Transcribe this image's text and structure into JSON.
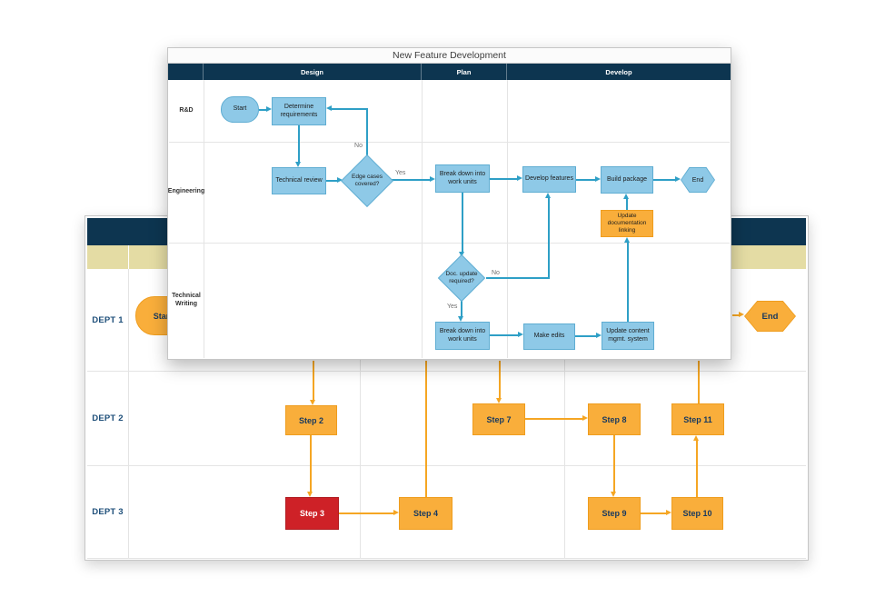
{
  "colors": {
    "navy_band": "#0d3550",
    "tan_band": "#e4dca4",
    "node_blue": "#8ec9e7",
    "node_blue_border": "#5fadd2",
    "connector_teal": "#2e9fc6",
    "node_orange": "#f9ae3b",
    "node_orange_border": "#ef9d1e",
    "connector_orange": "#f5a623",
    "node_red": "#ce2127",
    "step_text_navy": "#17395f"
  },
  "foreground": {
    "title": "New Feature Development",
    "phases": {
      "design": "Design",
      "plan": "Plan",
      "develop": "Develop"
    },
    "lanes": {
      "rnd": "R&D",
      "eng": "Engineering",
      "tw": "Technical Writing"
    },
    "nodes": {
      "start": "Start",
      "determine": "Determine requirements",
      "technical_review": "Technical review",
      "edge_cases": "Edge cases covered?",
      "breakdown_eng": "Break down into work units",
      "develop_features": "Develop features",
      "build_package": "Build package",
      "end": "End",
      "update_doc_linking": "Update documentation linking",
      "doc_update": "Doc. update required?",
      "breakdown_tw": "Break down into work units",
      "make_edits": "Make edits",
      "update_cms": "Update content mgmt. system"
    },
    "labels": {
      "yes": "Yes",
      "no": "No"
    }
  },
  "background": {
    "lanes": {
      "d1": "DEPT 1",
      "d2": "DEPT 2",
      "d3": "DEPT 3"
    },
    "nodes": {
      "start": "Start",
      "step2": "Step 2",
      "step3": "Step 3",
      "step4": "Step 4",
      "step7": "Step 7",
      "step8": "Step 8",
      "step9": "Step 9",
      "step10": "Step 10",
      "step11": "Step 11",
      "end": "End"
    }
  }
}
